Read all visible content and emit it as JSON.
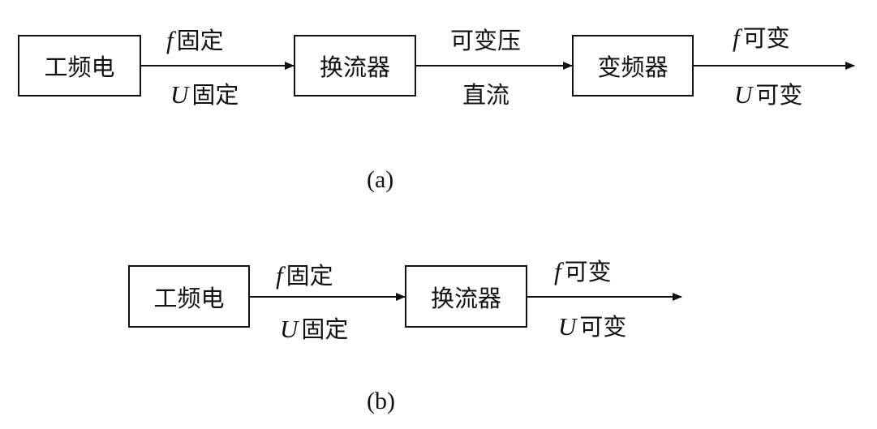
{
  "diagram_a": {
    "caption": "(a)",
    "blocks": {
      "source": "工频电",
      "converter": "换流器",
      "inverter": "变频器"
    },
    "edges": {
      "e1_top_symbol": "f",
      "e1_top_text": "固定",
      "e1_bottom_symbol": "U",
      "e1_bottom_text": "固定",
      "e2_top_text": "可变压",
      "e2_bottom_text": "直流",
      "e3_top_symbol": "f",
      "e3_top_text": "可变",
      "e3_bottom_symbol": "U",
      "e3_bottom_text": "可变"
    }
  },
  "diagram_b": {
    "caption": "(b)",
    "blocks": {
      "source": "工频电",
      "converter": "换流器"
    },
    "edges": {
      "e1_top_symbol": "f",
      "e1_top_text": "固定",
      "e1_bottom_symbol": "U",
      "e1_bottom_text": "固定",
      "e2_top_symbol": "f",
      "e2_top_text": "可变",
      "e2_bottom_symbol": "U",
      "e2_bottom_text": "可变"
    }
  }
}
